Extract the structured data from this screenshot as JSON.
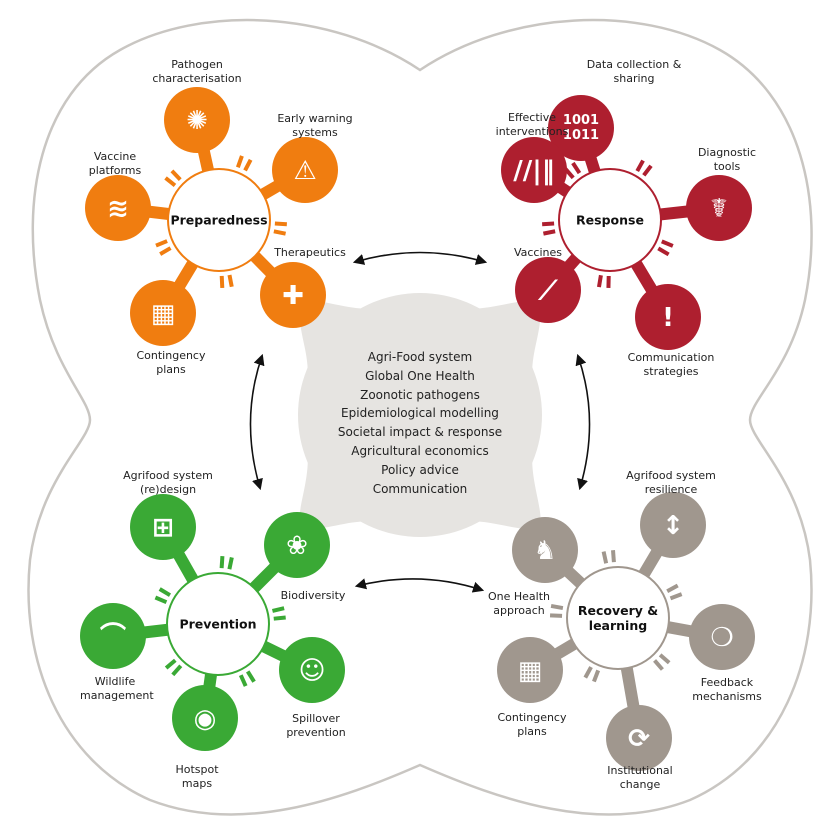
{
  "center_topics": [
    "Agri-Food system",
    "Global One Health",
    "Zoonotic pathogens",
    "Epidemiological modelling",
    "Societal impact & response",
    "Agricultural economics",
    "Policy advice",
    "Communication"
  ],
  "colors": {
    "preparedness": "#f07d10",
    "response": "#ae1f2f",
    "prevention": "#3aa935",
    "recovery": "#a0978e",
    "center": "#e6e4e1",
    "outline": "#c9c6c2"
  },
  "hubs": [
    {
      "id": "preparedness",
      "title": "Preparedness",
      "items": [
        {
          "label": "Pathogen characterisation",
          "icon": "virus-icon"
        },
        {
          "label": "Early warning systems",
          "icon": "warning-icon"
        },
        {
          "label": "Vaccine platforms",
          "icon": "layers-syringe-icon"
        },
        {
          "label": "Therapeutics",
          "icon": "medical-cross-icon"
        },
        {
          "label": "Contingency plans",
          "icon": "calendar-icon"
        }
      ]
    },
    {
      "id": "response",
      "title": "Response",
      "items": [
        {
          "label": "Data collection & sharing",
          "icon": "binary-data-icon"
        },
        {
          "label": "Effective interventions",
          "icon": "interventions-icon"
        },
        {
          "label": "Diagnostic tools",
          "icon": "stethoscope-icon"
        },
        {
          "label": "Vaccines",
          "icon": "syringe-icon"
        },
        {
          "label": "Communication strategies",
          "icon": "speech-alert-icon"
        }
      ]
    },
    {
      "id": "prevention",
      "title": "Prevention",
      "items": [
        {
          "label": "Agrifood system (re)design",
          "icon": "hierarchy-icon"
        },
        {
          "label": "Biodiversity",
          "icon": "bee-icon"
        },
        {
          "label": "Wildlife management",
          "icon": "bat-icon"
        },
        {
          "label": "Spillover prevention",
          "icon": "hand-person-icon"
        },
        {
          "label": "Hotspot maps",
          "icon": "map-pin-icon"
        }
      ]
    },
    {
      "id": "recovery",
      "title": "Recovery & learning",
      "items": [
        {
          "label": "One Health approach",
          "icon": "chicken-icon"
        },
        {
          "label": "Agrifood system resilience",
          "icon": "resilience-icon"
        },
        {
          "label": "Feedback mechanisms",
          "icon": "chat-bubbles-icon"
        },
        {
          "label": "Contingency plans",
          "icon": "calendar-icon"
        },
        {
          "label": "Institutional change",
          "icon": "refresh-icon"
        }
      ]
    }
  ]
}
